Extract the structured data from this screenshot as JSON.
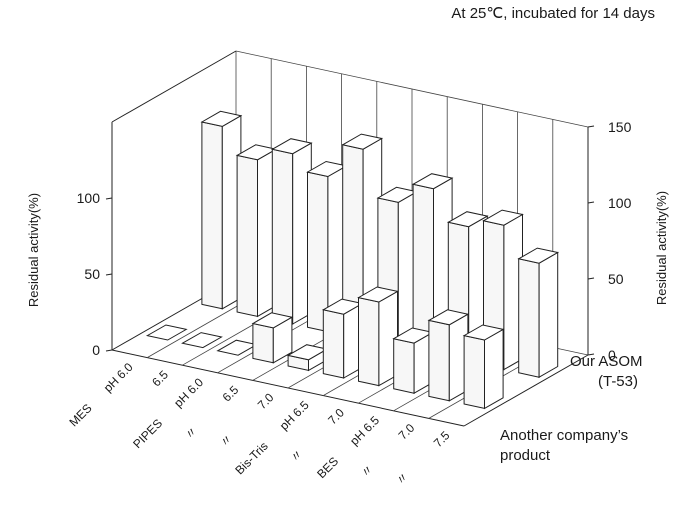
{
  "chart_data": {
    "type": "bar",
    "subtype": "3d-bar",
    "title": "At 25℃, incubated for 14 days",
    "ylabel_left": "Residual activity(%)",
    "ylabel_right": "Residual activity(%)",
    "ylim": [
      0,
      150
    ],
    "left_ticks": [
      "0",
      "50",
      "100"
    ],
    "right_ticks": [
      "0",
      "50",
      "100",
      "150"
    ],
    "categories": [
      {
        "buffer": "MES",
        "ph": "pH 6.0"
      },
      {
        "buffer": "",
        "ph": "6.5"
      },
      {
        "buffer": "PIPES",
        "ph": "pH 6.0"
      },
      {
        "buffer": "〃",
        "ph": "6.5"
      },
      {
        "buffer": "〃",
        "ph": "7.0"
      },
      {
        "buffer": "Bis-Tris",
        "ph": "pH 6.5"
      },
      {
        "buffer": "〃",
        "ph": "7.0"
      },
      {
        "buffer": "BES",
        "ph": "pH 6.5"
      },
      {
        "buffer": "〃",
        "ph": "7.0"
      },
      {
        "buffer": "〃",
        "ph": "7.5"
      }
    ],
    "series": [
      {
        "name": "Our ASOM (T-53)",
        "label_lines": [
          "Our ASOM",
          "(T-53)"
        ],
        "values": [
          120,
          103,
          112,
          102,
          125,
          95,
          109,
          89,
          95,
          75
        ]
      },
      {
        "name": "Another company’s product",
        "label_lines": [
          "Another company’s",
          "product"
        ],
        "values": [
          0,
          0,
          0,
          23,
          7,
          42,
          55,
          33,
          50,
          45
        ]
      }
    ]
  }
}
